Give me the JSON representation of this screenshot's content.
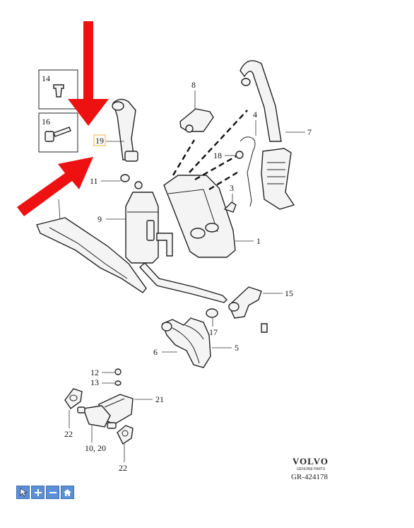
{
  "callouts": {
    "c1": "1",
    "c3": "3",
    "c4": "4",
    "c5": "5",
    "c6": "6",
    "c7": "7",
    "c8": "8",
    "c9": "9",
    "c11": "11",
    "c12": "12",
    "c13": "13",
    "c14": "14",
    "c15": "15",
    "c16": "16",
    "c17": "17",
    "c18": "18",
    "c19": "19",
    "c21": "21",
    "c22a": "22",
    "c22b": "22",
    "c1020": "10, 20"
  },
  "brand": {
    "logo": "VOLVO",
    "sub": "GENUINE PARTS",
    "code": "GR-424178"
  },
  "toolbar": {
    "buttons": [
      {
        "icon": "cursor-icon"
      },
      {
        "icon": "zoom-in-icon"
      },
      {
        "icon": "zoom-out-icon"
      },
      {
        "icon": "home-icon"
      }
    ]
  },
  "colors": {
    "arrow": "#ee1111",
    "toolbar": "#5b8fd6",
    "highlight": "#f0c060"
  }
}
